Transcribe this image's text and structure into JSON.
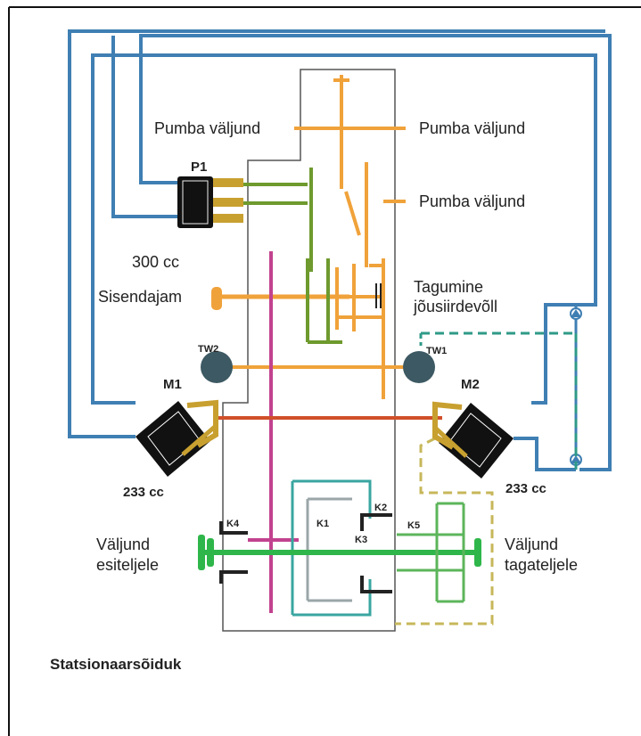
{
  "labels": {
    "pump_out_left": "Pumba väljund",
    "pump_out_right": "Pumba väljund",
    "pump_out_lower": "Pumba väljund",
    "p1": "P1",
    "p1_cc": "300 cc",
    "input_drive": "Sisendajam",
    "rear_pto_1": "Tagumine",
    "rear_pto_2": "jõusiirdevõll",
    "tw2": "TW2",
    "tw1": "TW1",
    "m1": "M1",
    "m2": "M2",
    "m1_cc": "233 cc",
    "m2_cc": "233 cc",
    "k1": "K1",
    "k2": "K2",
    "k3": "K3",
    "k4": "K4",
    "k5": "K5",
    "front_out_1": "Väljund",
    "front_out_2": "esiteljele",
    "rear_out_1": "Väljund",
    "rear_out_2": "tagateljele",
    "caption": "Statsionaarsõiduk"
  },
  "colors": {
    "hydraulic": "#3f7fb3",
    "orange": "#f0a23a",
    "green": "#6e9a2e",
    "magenta": "#c2428f",
    "red": "#d0502a",
    "teal": "#3aa6a0",
    "bright_green": "#2fb64a",
    "dashed_teal": "#2f9a88",
    "dashed_olive": "#c7b75a",
    "housing": "#555555"
  }
}
